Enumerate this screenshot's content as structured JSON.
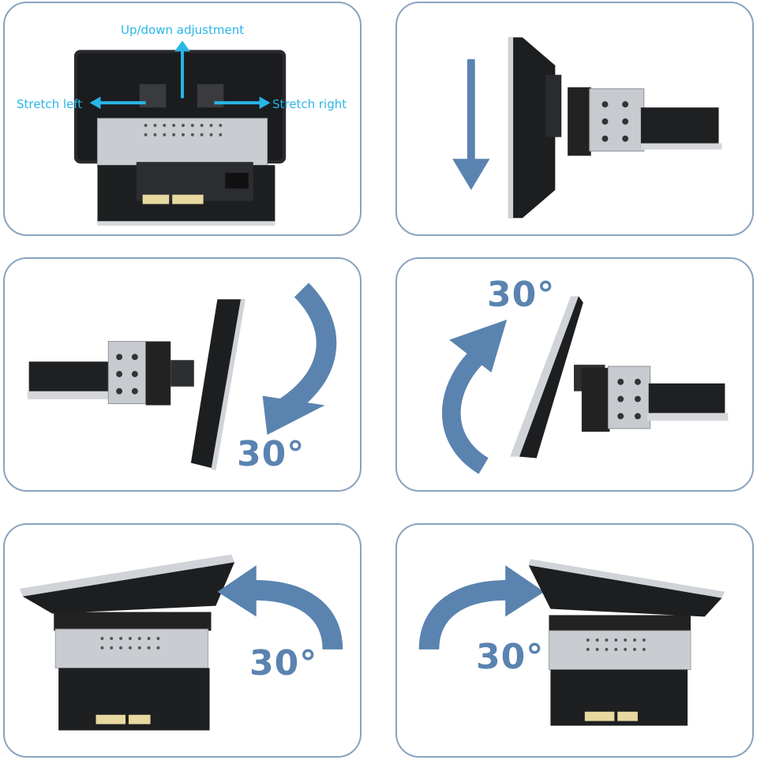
{
  "panels": {
    "p1": {
      "labels": {
        "up_down": "Up/down adjustment",
        "stretch_left": "Stretch left",
        "stretch_right": "Stretch right"
      }
    },
    "p3": {
      "angle": "30°"
    },
    "p4": {
      "angle": "30°"
    },
    "p5": {
      "angle": "30°"
    },
    "p6": {
      "angle": "30°"
    }
  },
  "colors": {
    "panel_border": "#8aa3bf",
    "arrow_blue": "#5a83b0",
    "label_cyan": "#29b6e8"
  },
  "icons": [
    "down-arrow-icon",
    "curved-arrow-icon",
    "stretch-arrow-icon"
  ]
}
